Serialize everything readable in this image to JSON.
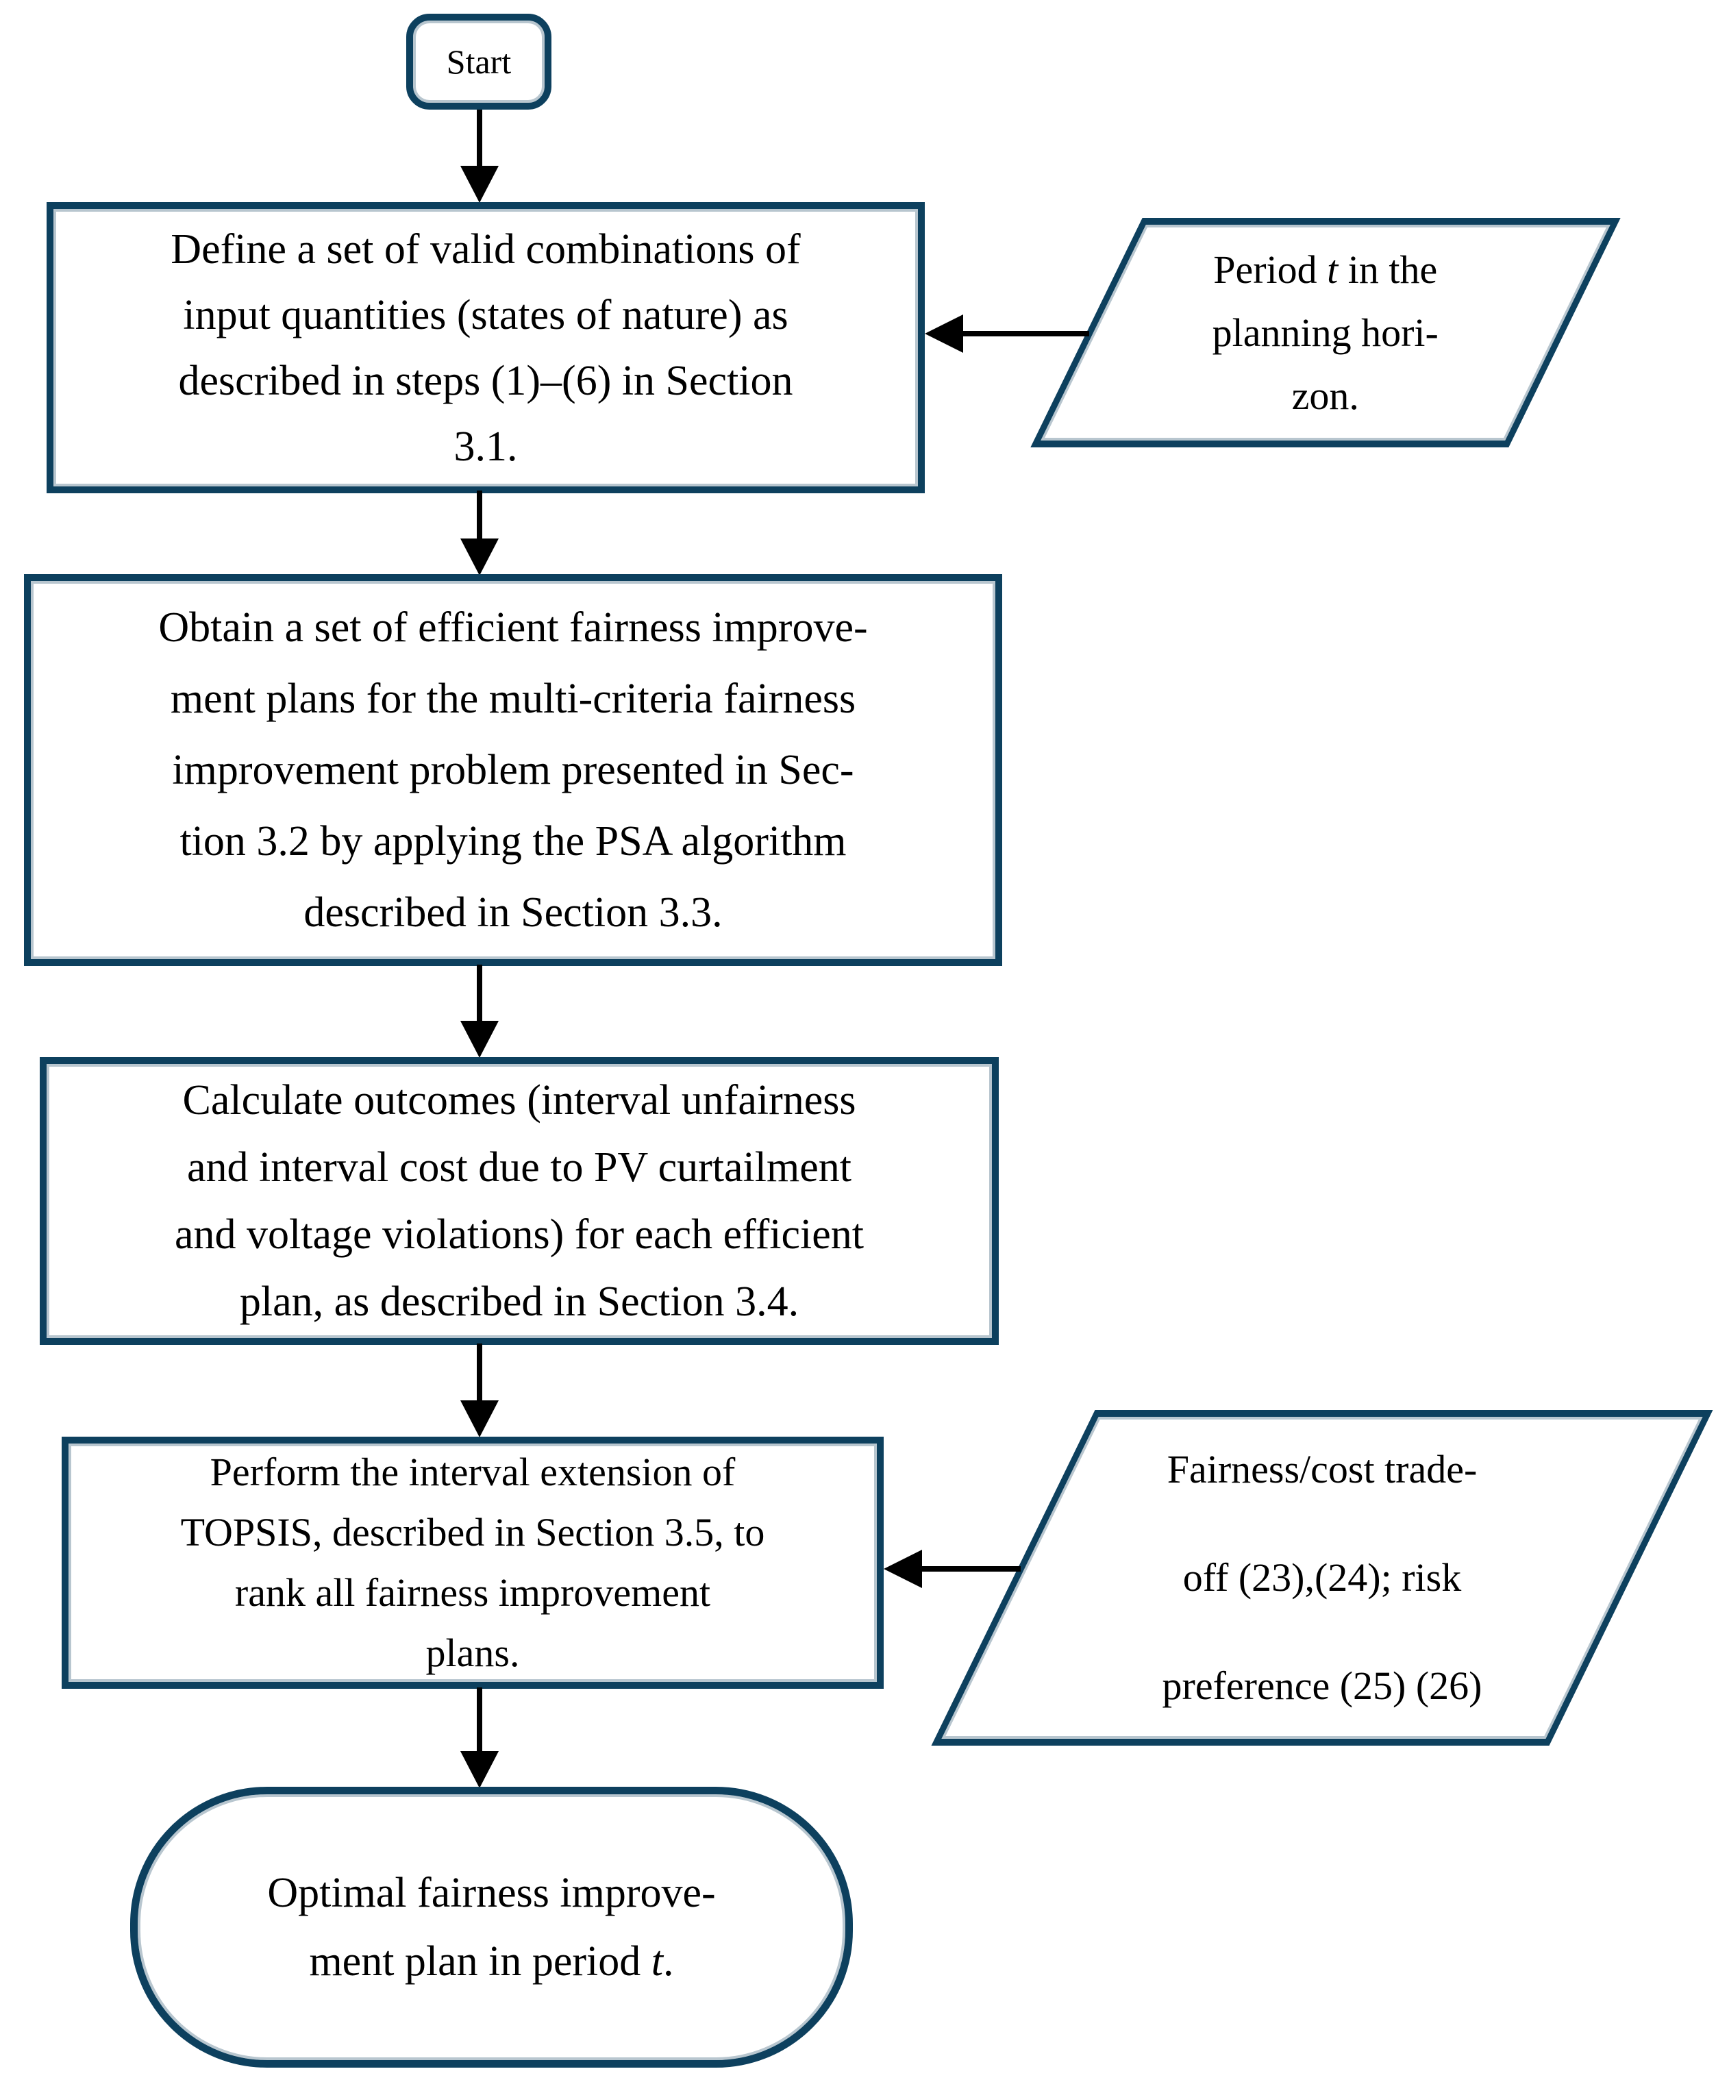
{
  "figure": {
    "type": "flowchart",
    "description": "Decision procedure flowchart for optimal fairness improvement plan selection"
  },
  "colors": {
    "node_border": "#0d405e",
    "inner_highlight": "#b8c6cf",
    "arrow": "#000000",
    "text": "#000000",
    "background": "#ffffff"
  },
  "nodes": {
    "start": {
      "shape": "terminator",
      "label": "Start"
    },
    "define_states": {
      "shape": "process",
      "html": "Define a set of valid combinations of<br>input quantities (states of nature) as<br>described in steps (1)&ndash;(6) in Section<br>3.1."
    },
    "period_input": {
      "shape": "data-parallelogram",
      "html": "Period <i>t</i> in the<br>planning hori-<br>zon."
    },
    "obtain_plans": {
      "shape": "process",
      "html": "Obtain a set of efficient fairness improve-<br>ment plans for the multi-criteria fairness<br>improvement problem presented in Sec-<br>tion 3.2 by applying the PSA algorithm<br>described in Section 3.3."
    },
    "calculate_outcomes": {
      "shape": "process",
      "html": "Calculate outcomes (interval unfairness<br>and interval cost due to PV curtailment<br>and voltage violations) for each efficient<br>plan, as described in Section 3.4."
    },
    "topsis_ranking": {
      "shape": "process",
      "html": "Perform the interval extension of<br>TOPSIS, described in Section 3.5, to<br>rank all fairness improvement<br>plans."
    },
    "tradeoff_input": {
      "shape": "data-parallelogram",
      "html": "Fairness/cost trade-<br>off (23),(24); risk<br>preference (25) (26)"
    },
    "optimal_plan": {
      "shape": "terminator",
      "html": "Optimal fairness improve-<br>ment plan in period <i>t</i>."
    }
  }
}
